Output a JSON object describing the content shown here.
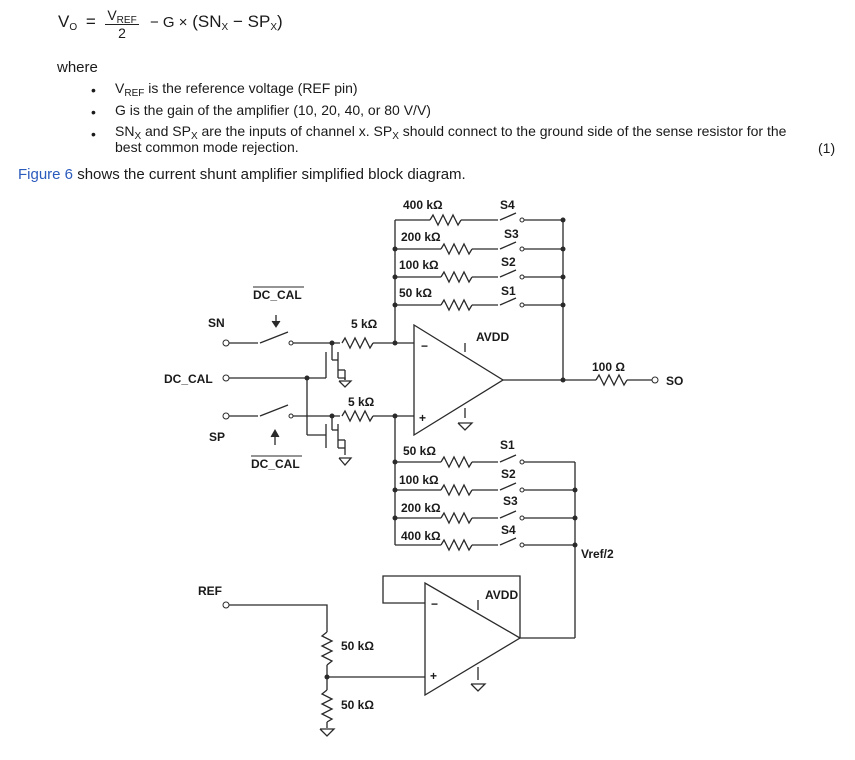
{
  "equation": {
    "lhs": "V",
    "lhs_sub": "O",
    "equals": "=",
    "num_main": "V",
    "num_sub": "REF",
    "den": "2",
    "minus_g": "− G ×",
    "paren_open": "(SN",
    "sn_sub": "X",
    "minus": "−",
    "sp": "SP",
    "sp_sub": "X",
    "paren_close": ")"
  },
  "where": "where",
  "bullets": {
    "b1_v": "V",
    "b1_sub": "REF",
    "b1_rest": " is the reference voltage (REF pin)",
    "b2": "G is the gain of the amplifier (10, 20, 40, or 80 V/V)",
    "b3_sn": "SN",
    "b3_sn_sub": "X",
    "b3_mid": " and SP",
    "b3_sp_sub": "X",
    "b3_rest": " are the inputs of channel x. SP",
    "b3_sp2_sub": "X",
    "b3_end": " should connect to the ground side of the sense resistor for the",
    "b3_line2": "best common mode rejection."
  },
  "eq_number": "(1)",
  "figure_ref": {
    "link": "Figure 6",
    "rest": " shows the current shunt amplifier simplified block diagram."
  },
  "diagram": {
    "r400_top": "400 kΩ",
    "r200_top": "200 kΩ",
    "r100_top": "100 kΩ",
    "r50_top": "50 kΩ",
    "s4_top": "S4",
    "s3_top": "S3",
    "s2_top": "S2",
    "s1_top": "S1",
    "dc_cal_top": "DC_CAL",
    "sn": "SN",
    "r5k_top": "5 kΩ",
    "avdd_top": "AVDD",
    "dc_cal_pin": "DC_CAL",
    "r100_out": "100 Ω",
    "so": "SO",
    "r5k_bot": "5 kΩ",
    "sp": "SP",
    "dc_cal_bot": "DC_CAL",
    "r50_bot": "50 kΩ",
    "r100_bot": "100 kΩ",
    "r200_bot": "200 kΩ",
    "r400_bot": "400 kΩ",
    "s1_bot": "S1",
    "s2_bot": "S2",
    "s3_bot": "S3",
    "s4_bot": "S4",
    "vref2": "Vref/2",
    "ref": "REF",
    "avdd_bot": "AVDD",
    "r50_ref1": "50 kΩ",
    "r50_ref2": "50 kΩ",
    "minus": "−",
    "plus": "+"
  }
}
